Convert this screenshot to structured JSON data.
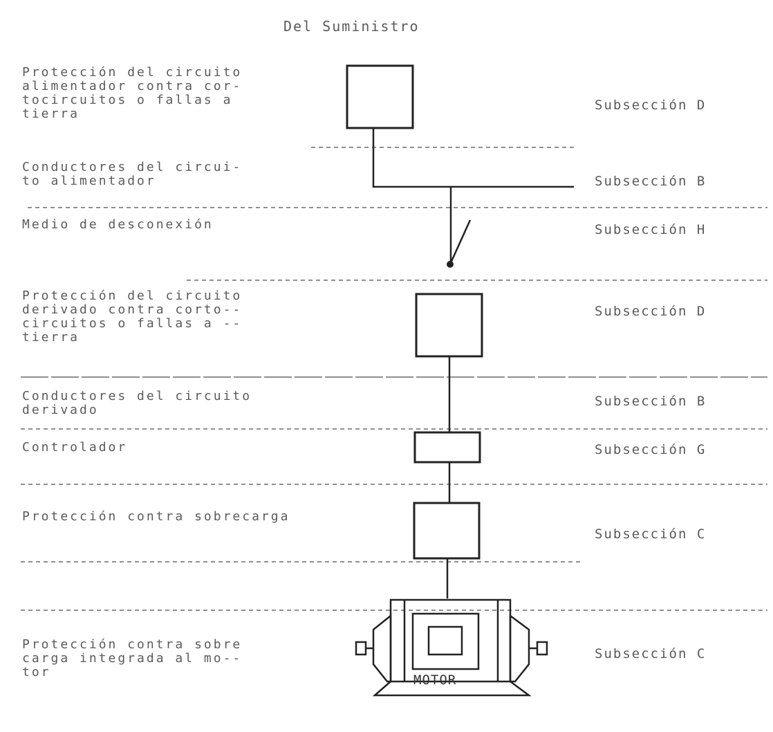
{
  "title": "Del Suministro",
  "rows": [
    {
      "label": "Protección del circuito\nalimentador contra cor-\ntocircuitos o fallas a\ntierra",
      "section": "Subsección D"
    },
    {
      "label": "Conductores del circui-\nto alimentador",
      "section": "Subsección B"
    },
    {
      "label": "Medio de desconexión",
      "section": "Subsección H"
    },
    {
      "label": "Protección del circuito\nderivado contra corto--\ncircuitos o fallas a --\ntierra",
      "section": "Subsección D"
    },
    {
      "label": "Conductores del circuito\nderivado",
      "section": "Subsección B"
    },
    {
      "label": "Controlador",
      "section": "Subsección G"
    },
    {
      "label": "Protección contra sobrecarga",
      "section": "Subsección C"
    },
    {
      "label": "Protección contra sobre\ncarga integrada al mo--\ntor",
      "section": "Subsección C"
    }
  ],
  "motor_label": "MOTOR"
}
